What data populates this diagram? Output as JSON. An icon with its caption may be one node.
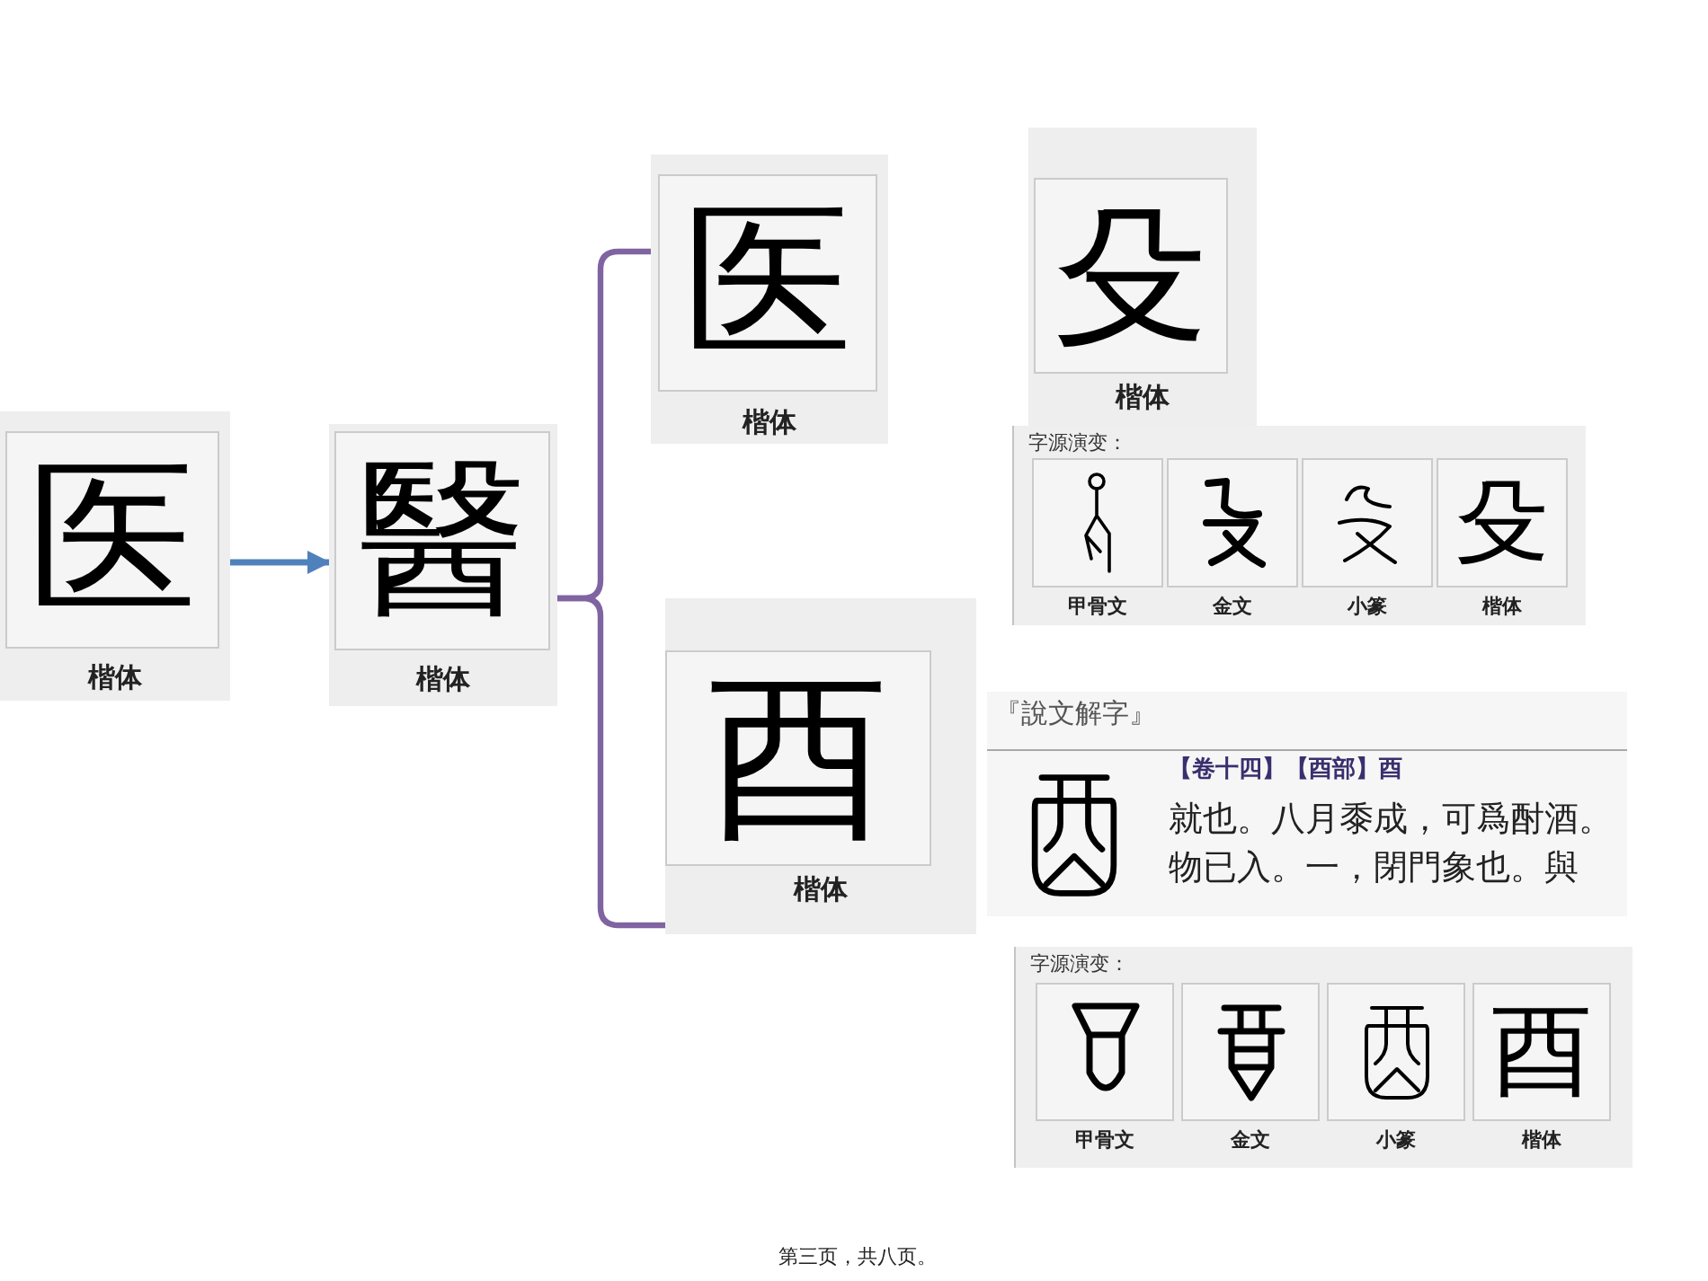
{
  "diagram": {
    "nodes": [
      {
        "text": [
          "医",
          "楷体"
        ]
      },
      {
        "text": [
          "醫",
          "楷体"
        ]
      },
      {
        "text": [
          "医",
          "楷体"
        ]
      },
      {
        "text": [
          "酉",
          "楷体"
        ]
      },
      {
        "text": [
          "殳",
          "楷体"
        ]
      },
      {
        "text": [
          "字源演变："
        ]
      },
      {
        "text": [
          "甲骨文"
        ],
        "in": 5
      },
      {
        "text": [
          "金文"
        ],
        "in": 5
      },
      {
        "text": [
          "小篆"
        ],
        "in": 5
      },
      {
        "text": [
          "殳",
          "楷体"
        ],
        "in": 5
      },
      {
        "text": [
          "『說文解字』",
          "【卷十四】【酉部】酉",
          "就也。八月黍成，可爲酎酒。物已入。一，閉門象也。與"
        ]
      },
      {
        "text": [
          "字源演变："
        ]
      },
      {
        "text": [
          "甲骨文"
        ],
        "in": 11
      },
      {
        "text": [
          "金文"
        ],
        "in": 11
      },
      {
        "text": [
          "小篆"
        ],
        "in": 11
      },
      {
        "text": [
          "酉",
          "楷体"
        ],
        "in": 11
      }
    ],
    "edges": [
      {
        "from": 0,
        "to": 1,
        "arrow": "to",
        "color": "#4f81bd"
      },
      {
        "from": 1,
        "to": 2,
        "arrow": "none"
      },
      {
        "from": 1,
        "to": 3,
        "arrow": "none"
      }
    ],
    "labels": [
      "第三页，共八页。"
    ]
  }
}
